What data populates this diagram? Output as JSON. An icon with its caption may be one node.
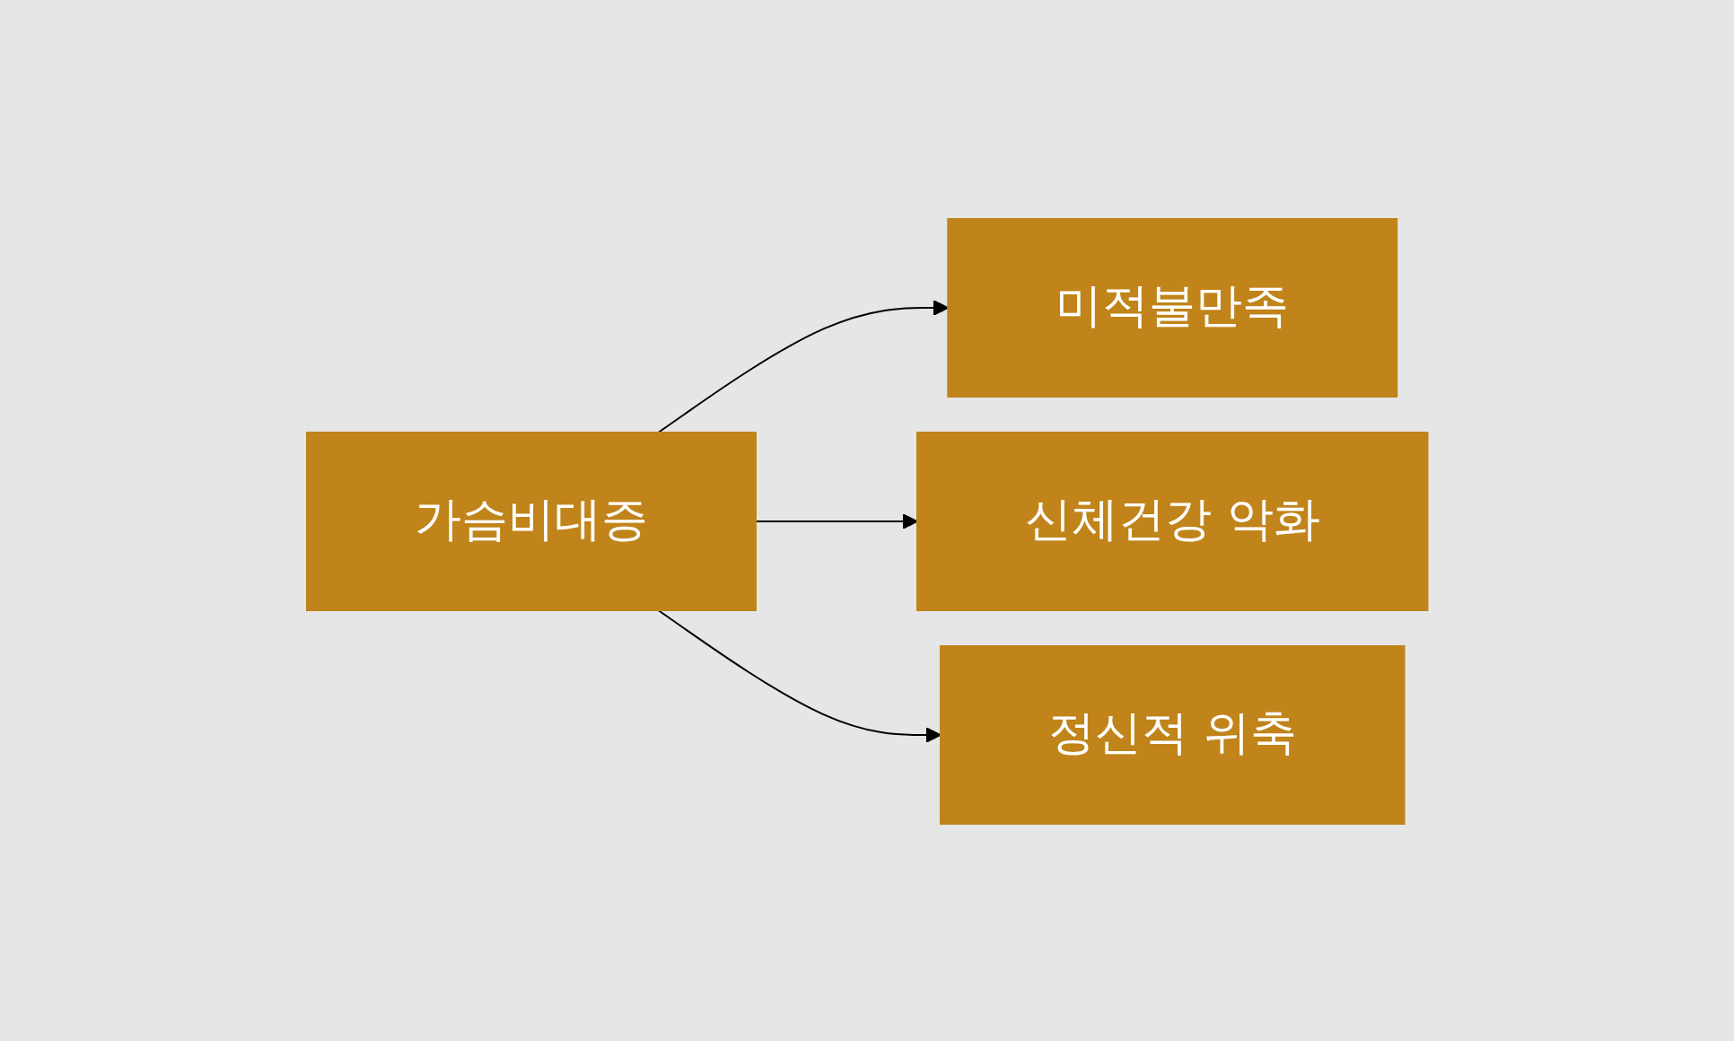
{
  "diagram": {
    "nodes": [
      {
        "text": [
          "가슴비대증"
        ]
      },
      {
        "text": [
          "미적불만족"
        ]
      },
      {
        "text": [
          "신체건강 악화"
        ]
      },
      {
        "text": [
          "정신적 위축"
        ]
      }
    ],
    "edges": [
      {
        "from": 0,
        "to": 1,
        "arrow": "to"
      },
      {
        "from": 0,
        "to": 2,
        "arrow": "to"
      },
      {
        "from": 0,
        "to": 3,
        "arrow": "to"
      }
    ]
  }
}
